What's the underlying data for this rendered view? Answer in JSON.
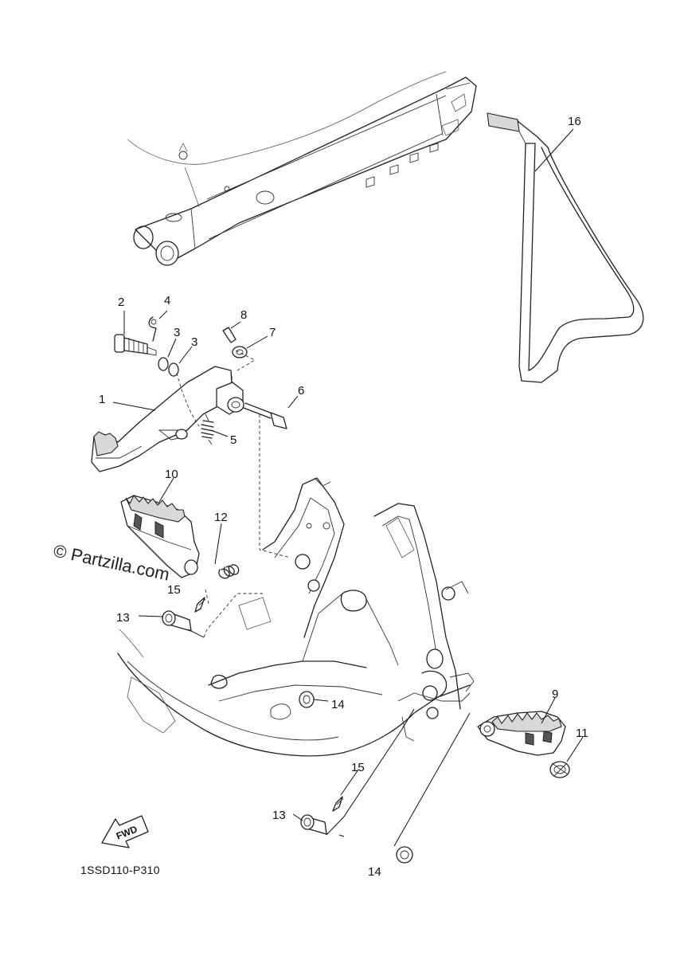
{
  "diagram": {
    "code": "1SSD110-P310",
    "watermark": "© Partzilla.com",
    "fwd_label": "FWD",
    "callouts": {
      "c1": "1",
      "c2": "2",
      "c3a": "3",
      "c3b": "3",
      "c4": "4",
      "c5": "5",
      "c6": "6",
      "c7": "7",
      "c8": "8",
      "c9": "9",
      "c10": "10",
      "c11": "11",
      "c12": "12",
      "c13a": "13",
      "c13b": "13",
      "c14a": "14",
      "c14b": "14",
      "c15a": "15",
      "c15b": "15",
      "c16": "16"
    }
  }
}
